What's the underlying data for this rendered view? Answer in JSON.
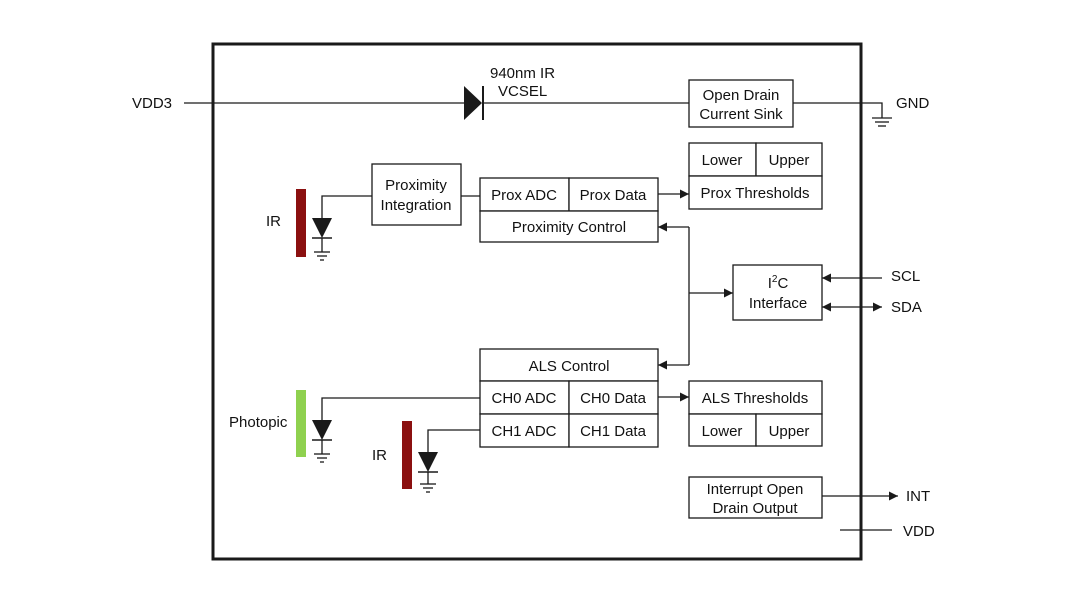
{
  "pins": {
    "vdd3": "VDD3",
    "gnd": "GND",
    "scl": "SCL",
    "sda": "SDA",
    "int": "INT",
    "vdd": "VDD"
  },
  "vcsel": {
    "line1": "940nm IR",
    "line2": "VCSEL"
  },
  "current_sink": {
    "line1": "Open Drain",
    "line2": "Current Sink"
  },
  "prox_integration": {
    "line1": "Proximity",
    "line2": "Integration"
  },
  "prox_adc": "Prox ADC",
  "prox_data": "Prox Data",
  "prox_control": "Proximity Control",
  "prox_thresholds": {
    "lower": "Lower",
    "upper": "Upper",
    "label": "Prox Thresholds"
  },
  "i2c": {
    "line1_main": "I",
    "line1_sup": "2",
    "line1_end": "C",
    "line2": "Interface"
  },
  "als_control": "ALS Control",
  "ch0_adc": "CH0 ADC",
  "ch0_data": "CH0 Data",
  "ch1_adc": "CH1 ADC",
  "ch1_data": "CH1 Data",
  "als_thresholds": {
    "label": "ALS Thresholds",
    "lower": "Lower",
    "upper": "Upper"
  },
  "interrupt": {
    "line1": "Interrupt Open",
    "line2": "Drain Output"
  },
  "sensors": {
    "ir_top": "IR",
    "photopic": "Photopic",
    "ir_bottom": "IR"
  },
  "colors": {
    "ir_filter": "#8b1010",
    "photopic_filter": "#8fd14f",
    "line": "#1a1a1a"
  }
}
